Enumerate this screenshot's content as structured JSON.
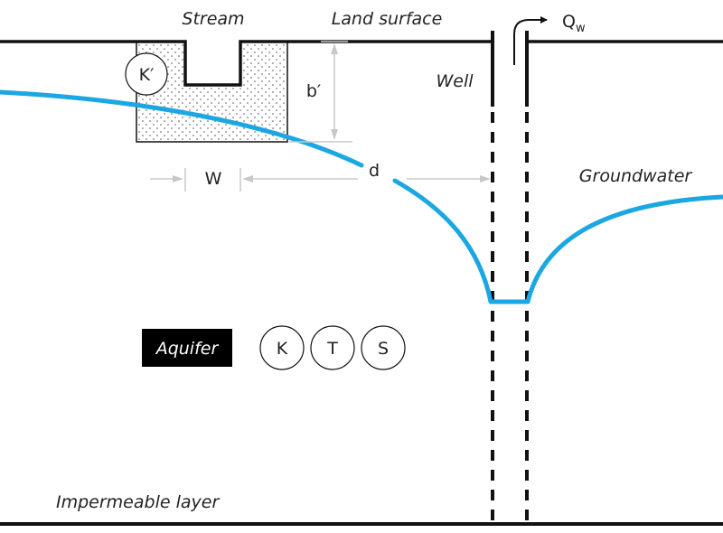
{
  "labels": {
    "stream": "Stream",
    "land_surface": "Land surface",
    "discharge_q": "Q",
    "discharge_sub": "w",
    "well": "Well",
    "streambed_k": "K′",
    "streambed_thickness": "b′",
    "stream_width": "W",
    "distance": "d",
    "groundwater": "Groundwater",
    "aquifer": "Aquifer",
    "aquifer_k": "K",
    "aquifer_t": "T",
    "aquifer_s": "S",
    "impermeable_layer": "Impermeable layer"
  },
  "colors": {
    "water_table": "#1ba7e1",
    "lines": "#111111",
    "dimension": "#c8c8c8",
    "aquifer_label_bg": "#000000",
    "aquifer_label_text": "#ffffff"
  }
}
